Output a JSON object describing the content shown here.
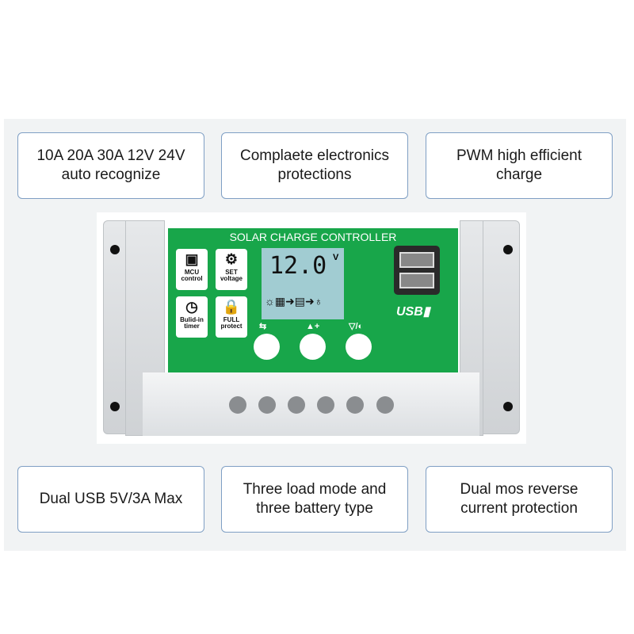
{
  "features_top": [
    {
      "line1": "10A 20A 30A 12V 24V",
      "line2": "auto recognize"
    },
    {
      "line1": "Complaete electronics",
      "line2": "protections"
    },
    {
      "line1": "PWM high efficient",
      "line2": "charge"
    }
  ],
  "features_bottom": [
    {
      "line1": "Dual USB 5V/3A Max",
      "line2": ""
    },
    {
      "line1": "Three load mode and",
      "line2": "three battery type"
    },
    {
      "line1": "Dual mos reverse",
      "line2": "current protection"
    }
  ],
  "device": {
    "title": "SOLAR CHARGE CONTROLLER",
    "icons": [
      {
        "icon": "chip-icon",
        "glyph": "▣",
        "l1": "MCU",
        "l2": "control"
      },
      {
        "icon": "gear-icon",
        "glyph": "⚙",
        "l1": "SET",
        "l2": "voltage"
      },
      {
        "icon": "clock-icon",
        "glyph": "◷",
        "l1": "Bulid-in",
        "l2": "timer"
      },
      {
        "icon": "lock-icon",
        "glyph": "🔒",
        "l1": "FULL",
        "l2": "protect"
      }
    ],
    "lcd": {
      "value": "12.0",
      "unit": "V",
      "flow": "☼▦➜▤➜♁"
    },
    "buttons": [
      {
        "label": "⇆"
      },
      {
        "label": "▲+"
      },
      {
        "label": "▽/◐"
      }
    ],
    "usb_label": "USB▮"
  }
}
